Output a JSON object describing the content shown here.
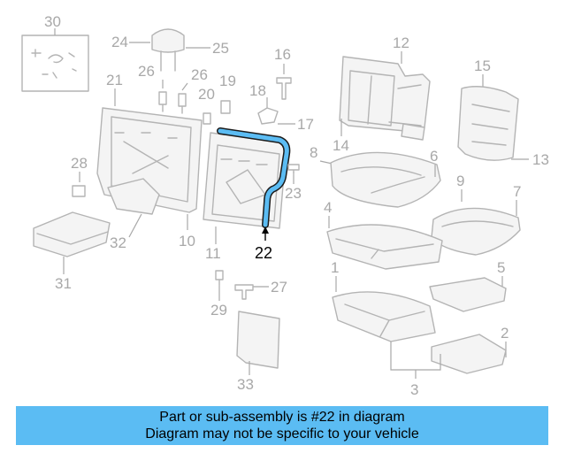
{
  "diagram": {
    "callouts": {
      "c30": "30",
      "c24": "24",
      "c25": "25",
      "c16": "16",
      "c12": "12",
      "c15": "15",
      "c21": "21",
      "c26a": "26",
      "c26b": "26",
      "c19": "19",
      "c20": "20",
      "c18": "18",
      "c17": "17",
      "c14": "14",
      "c8": "8",
      "c6": "6",
      "c13": "13",
      "c28": "28",
      "c23": "23",
      "c9": "9",
      "c7": "7",
      "c4": "4",
      "c22": "22",
      "c32": "32",
      "c10": "10",
      "c11": "11",
      "c31": "31",
      "c1": "1",
      "c5": "5",
      "c27": "27",
      "c29": "29",
      "c2": "2",
      "c33": "33",
      "c3": "3"
    },
    "highlight_color": "#5bbcf3"
  },
  "banner": {
    "line1": "Part or sub-assembly is #22 in diagram",
    "line2": "Diagram may not be specific to your vehicle",
    "color": "#5bbcf3"
  }
}
